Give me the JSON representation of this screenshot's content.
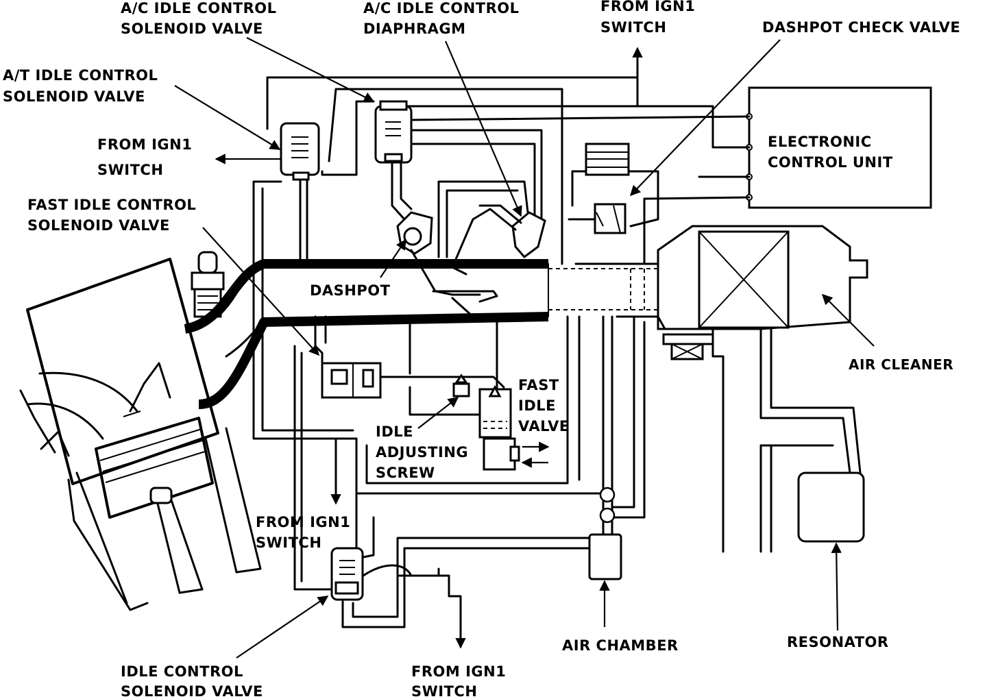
{
  "labels": {
    "ac_idle_solenoid": [
      "A/C IDLE CONTROL",
      "SOLENOID VALVE"
    ],
    "ac_idle_diaphragm": [
      "A/C IDLE CONTROL",
      "DIAPHRAGM"
    ],
    "from_ign_top": [
      "FROM IGN1",
      "SWITCH"
    ],
    "dashpot_check_valve": "DASHPOT CHECK VALVE",
    "at_idle_solenoid": [
      "A/T IDLE CONTROL",
      "SOLENOID VALVE"
    ],
    "from_ign_left": [
      "FROM IGN1",
      "SWITCH"
    ],
    "ecu": [
      "ELECTRONIC",
      "CONTROL UNIT"
    ],
    "fast_idle_solenoid": [
      "FAST IDLE CONTROL",
      "SOLENOID VALVE"
    ],
    "dashpot": "DASHPOT",
    "air_cleaner": "AIR CLEANER",
    "fast_idle_valve": [
      "FAST",
      "IDLE",
      "VALVE"
    ],
    "idle_adjusting_screw": [
      "IDLE",
      "ADJUSTING",
      "SCREW"
    ],
    "from_ign_mid": [
      "FROM IGN1",
      "SWITCH"
    ],
    "air_chamber": "AIR CHAMBER",
    "resonator": "RESONATOR",
    "idle_control_solenoid": [
      "IDLE CONTROL",
      "SOLENOID VALVE"
    ],
    "from_ign_bottom": [
      "FROM IGN1",
      "SWITCH"
    ]
  }
}
